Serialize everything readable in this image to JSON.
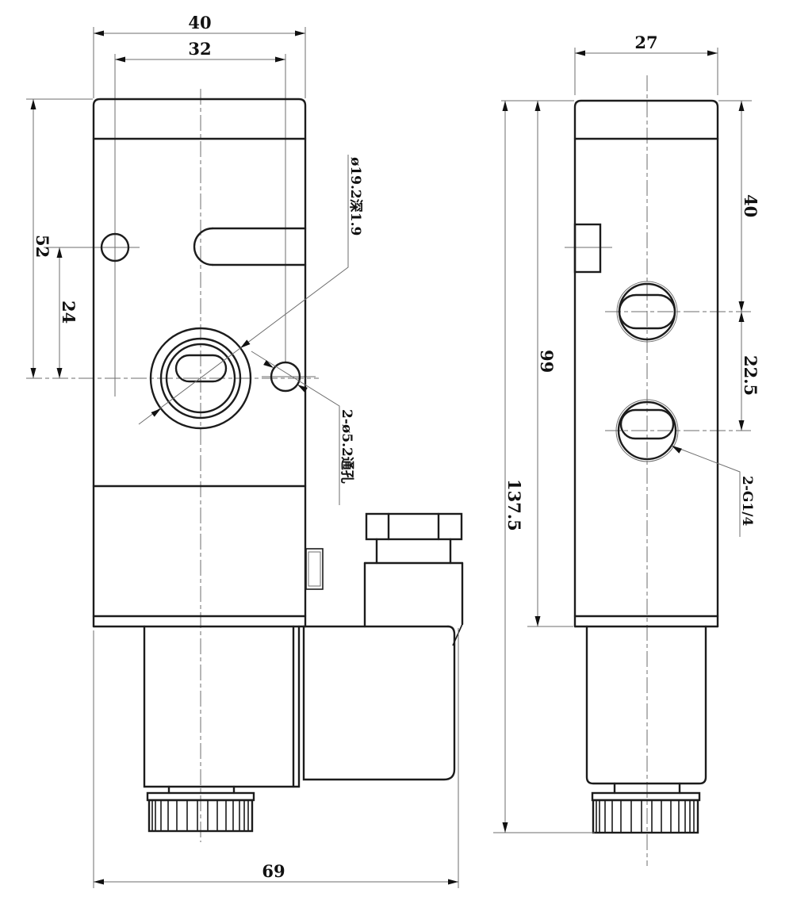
{
  "front_view": {
    "dim_top_width": "40",
    "dim_hole_spacing": "32",
    "dim_top_to_port_center": "52",
    "dim_hole_to_port_center": "24",
    "dim_overall_width": "69",
    "note_counterbore": "ø19.2深1.9",
    "note_through_holes": "2-ø5.2通孔"
  },
  "side_view": {
    "dim_width": "27",
    "dim_top_to_port1": "40",
    "dim_port_spacing": "22.5",
    "dim_body_height": "99",
    "dim_overall_height": "137.5",
    "note_thread_ports": "2-G1/4"
  }
}
